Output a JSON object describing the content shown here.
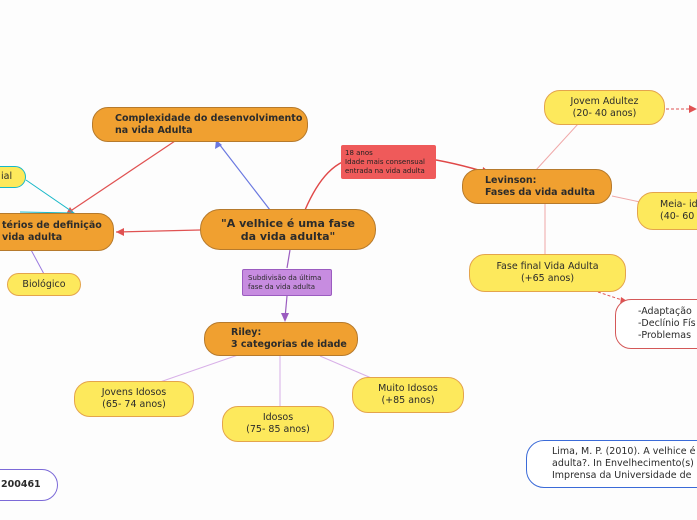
{
  "central": {
    "label": "\"A velhice é uma fase\nda vida adulta\""
  },
  "complexidade": {
    "label": "Complexidade do desenvolvimento\nna vida Adulta"
  },
  "criterios": {
    "label": "térios de definição\nvida adulta"
  },
  "ial": {
    "label": "ial"
  },
  "biologico": {
    "label": "Biológico"
  },
  "levinson": {
    "label": "Levinson:\nFases da vida adulta"
  },
  "levinson_link": {
    "label": "18 anos\nIdade mais consensual\nentrada na vida adulta"
  },
  "jovem_adultez": {
    "label": "Jovem Adultez\n(20- 40 anos)"
  },
  "meia_idade": {
    "label": "Meia- id\n(40- 60"
  },
  "fase_final": {
    "label": "Fase final Vida Adulta\n(+65 anos)"
  },
  "adaptacao": {
    "label": "-Adaptação\n-Declínio Fís\n-Problemas"
  },
  "riley_link": {
    "label": "Subdivisão da última\nfase da vida adulta"
  },
  "riley": {
    "label": "Riley:\n3 categorias de idade"
  },
  "jovens_idosos": {
    "label": "Jovens Idosos\n(65- 74 anos)"
  },
  "idosos": {
    "label": "Idosos\n(75- 85 anos)"
  },
  "muito_idosos": {
    "label": "Muito Idosos\n(+85 anos)"
  },
  "reference": {
    "label": "Lima, M. P. (2010). A velhice é\nadulta?. In Envelhecimento(s)\nImprensa da Universidade de"
  },
  "id_node": {
    "label": "200461"
  },
  "colors": {
    "central": "#f0a030",
    "secondary": "#fde95c",
    "link_red": "#ef5a5a",
    "link_purple": "#c78ce0",
    "edge_blue": "#6a78e0"
  }
}
